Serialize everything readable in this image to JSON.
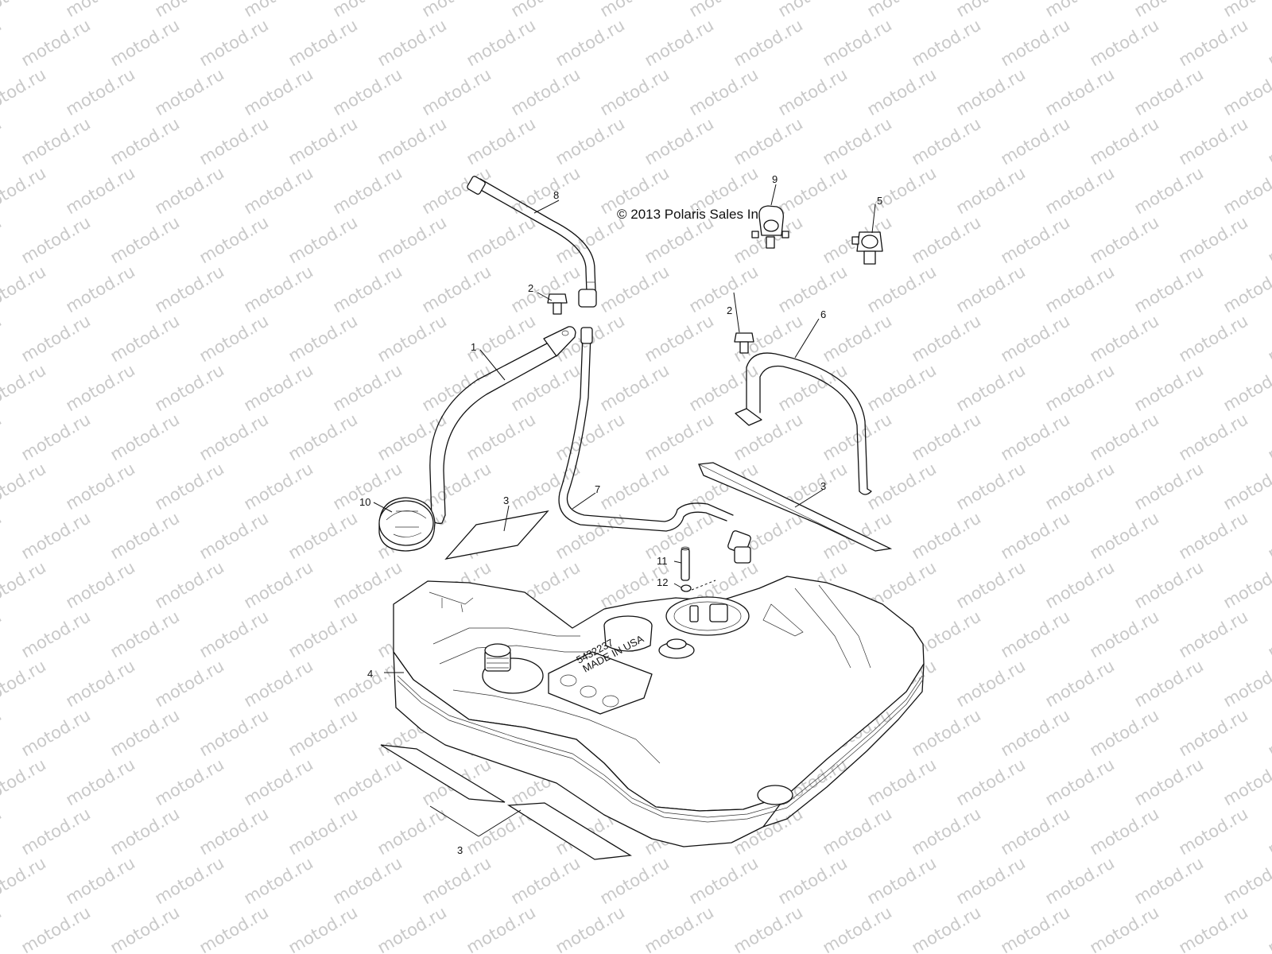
{
  "watermark": {
    "text": "motod.ru"
  },
  "copyright": "© 2013 Polaris Sales Inc.",
  "callouts": {
    "strap_left": "1",
    "fastener_left": "2",
    "fastener_right": "2",
    "pad_upper_middle": "3",
    "pad_upper_right": "3",
    "pad_lower": "3",
    "tank": "4",
    "clip_right": "5",
    "strap_right": "6",
    "vent_hose": "7",
    "vent_line": "8",
    "clip_left": "9",
    "fuel_cap": "10",
    "hose_small": "11",
    "o_ring": "12"
  },
  "tank_label": {
    "line1": "5432237",
    "line2": "MADE IN USA"
  }
}
